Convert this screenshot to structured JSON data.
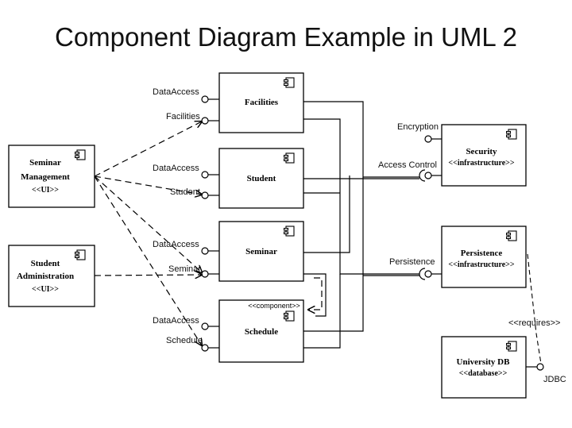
{
  "title": "Component Diagram Example in UML 2",
  "components": {
    "facilities": {
      "name": "Facilities"
    },
    "student": {
      "name": "Student"
    },
    "seminar": {
      "name": "Seminar"
    },
    "schedule": {
      "name": "Schedule",
      "stereotype": "<<component>>"
    },
    "seminar_management": {
      "name_line1": "Seminar",
      "name_line2": "Management",
      "stereotype": "<<UI>>"
    },
    "student_administration": {
      "name_line1": "Student",
      "name_line2": "Administration",
      "stereotype": "<<UI>>"
    },
    "security": {
      "name": "Security",
      "stereotype": "<<infrastructure>>"
    },
    "persistence": {
      "name": "Persistence",
      "stereotype": "<<infrastructure>>"
    },
    "university_db": {
      "name": "University DB",
      "stereotype": "<<database>>"
    }
  },
  "interfaces": {
    "facilities_dataaccess": "DataAccess",
    "facilities_facilities": "Facilities",
    "student_dataaccess": "DataAccess",
    "student_student": "Student",
    "seminar_dataaccess": "DataAccess",
    "seminar_seminar": "Seminar",
    "schedule_dataaccess": "DataAccess",
    "schedule_schedule": "Schedule",
    "security_encryption": "Encryption",
    "security_access_control": "Access Control",
    "persistence_persistence": "Persistence",
    "db_jdbc": "JDBC"
  },
  "annotations": {
    "requires": "<<requires>>"
  }
}
